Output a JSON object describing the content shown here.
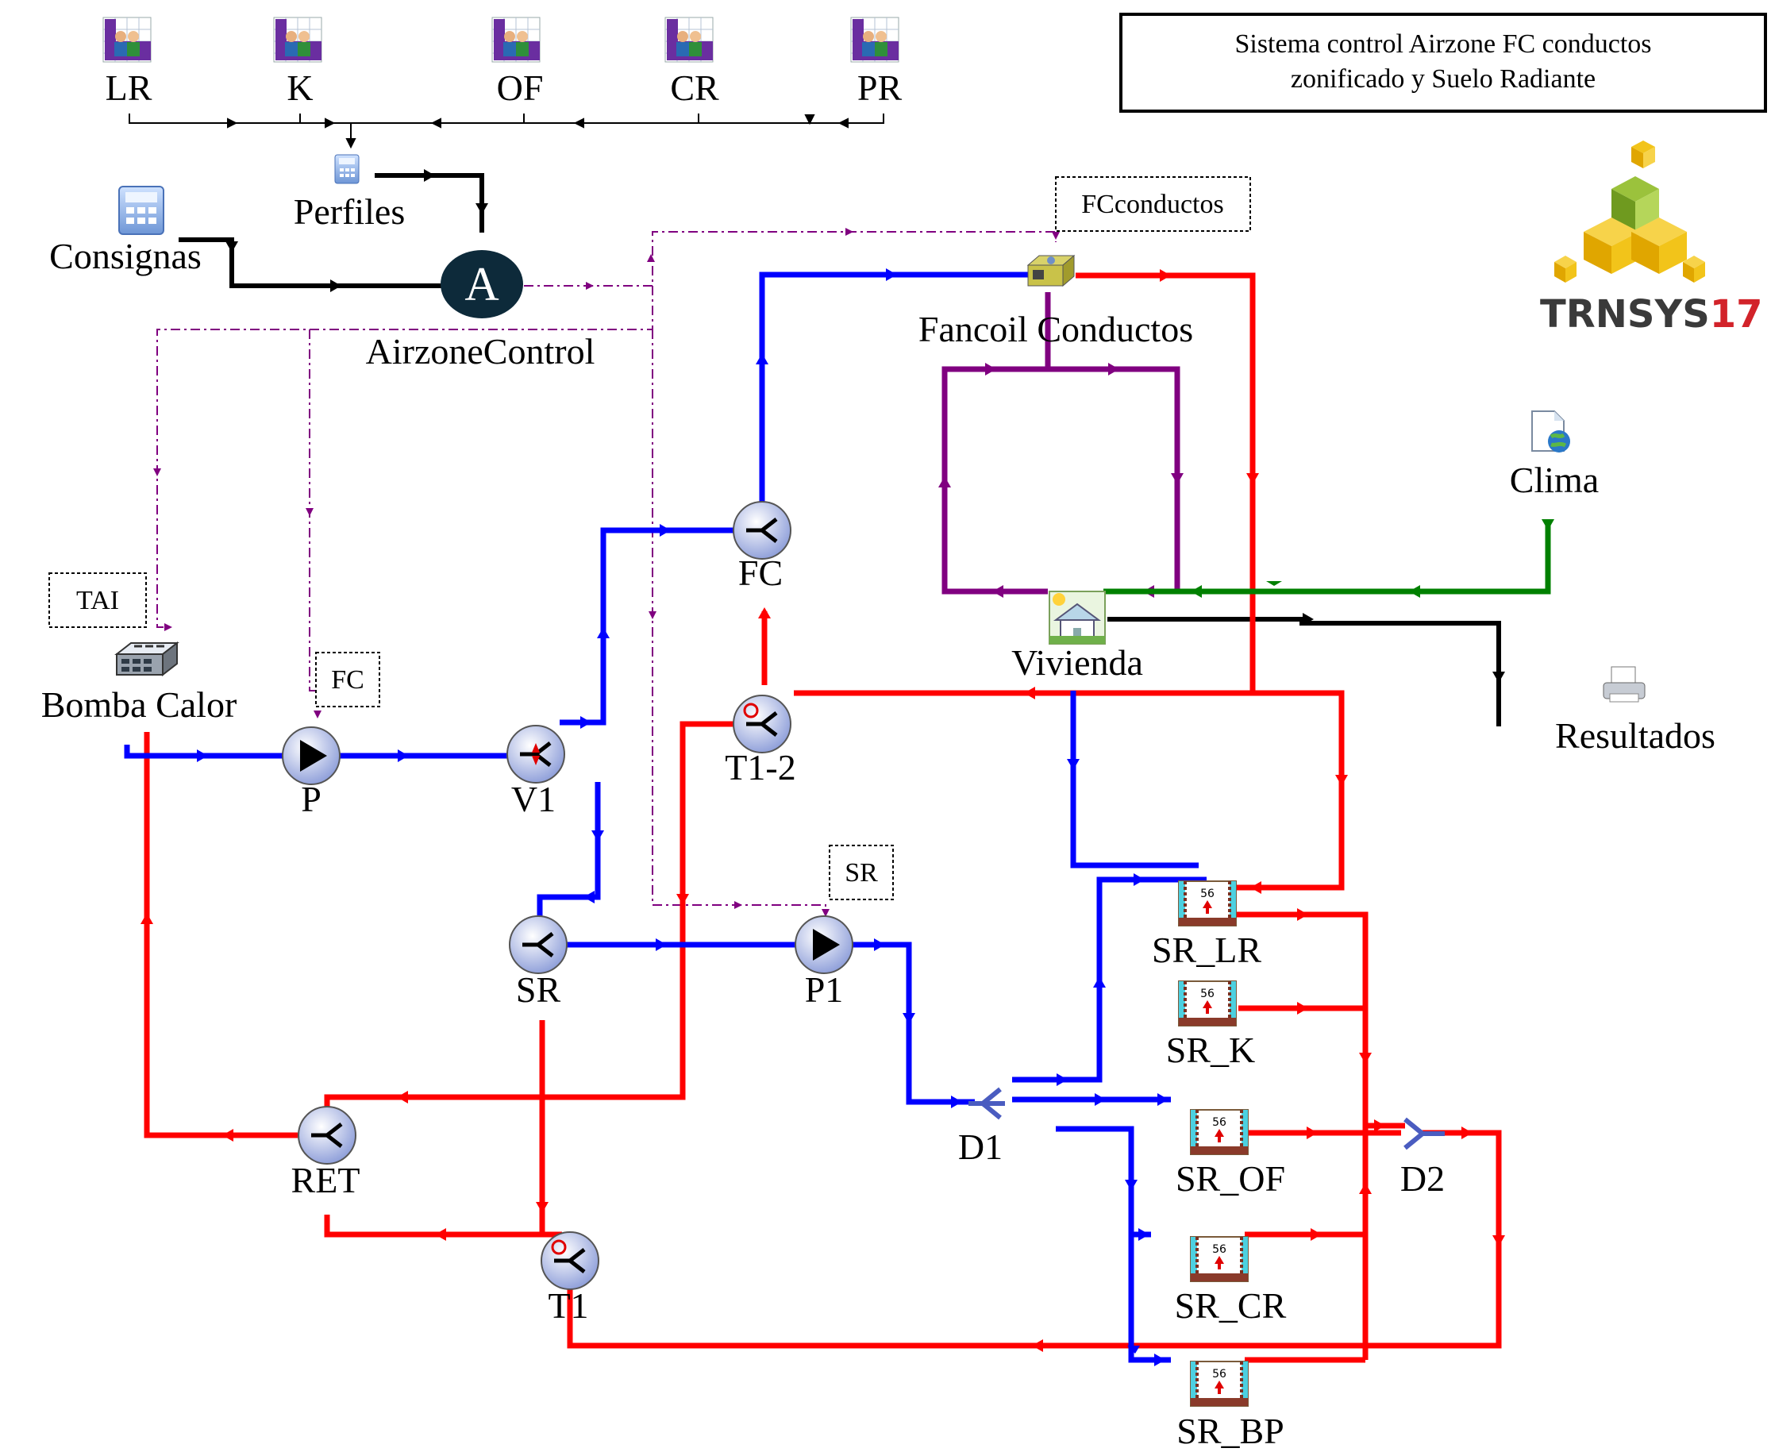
{
  "title": {
    "line1": "Sistema control Airzone FC conductos",
    "line2": "zonificado y Suelo Radiante"
  },
  "logo": {
    "text": "TRNSYS",
    "version": "17",
    "text_color": "#3a3a3a",
    "version_color": "#d2232a"
  },
  "colors": {
    "hot": "#ff0000",
    "cold": "#0000ff",
    "air": "#800080",
    "weather": "#008000",
    "signal": "#000000",
    "control": "#800080"
  },
  "zones": [
    {
      "id": "lr",
      "label": "LR"
    },
    {
      "id": "k",
      "label": "K"
    },
    {
      "id": "of",
      "label": "OF"
    },
    {
      "id": "cr",
      "label": "CR"
    },
    {
      "id": "pr",
      "label": "PR"
    }
  ],
  "components": {
    "perfiles": "Perfiles",
    "consignas": "Consignas",
    "airzone": "AirzoneControl",
    "airzone_symbol": "A",
    "fancoil": "Fancoil Conductos",
    "clima": "Clima",
    "vivienda": "Vivienda",
    "resultados": "Resultados",
    "bomba": "Bomba Calor",
    "p": "P",
    "v1": "V1",
    "fc": "FC",
    "t12": "T1-2",
    "sr": "SR",
    "p1": "P1",
    "ret": "RET",
    "t1": "T1",
    "d1": "D1",
    "d2": "D2",
    "sr_lr": "SR_LR",
    "sr_k": "SR_K",
    "sr_of": "SR_OF",
    "sr_cr": "SR_CR",
    "sr_bp": "SR_BP"
  },
  "floor_icon_number": "56",
  "tags": {
    "fcconductos": "FCconductos",
    "tai": "TAI",
    "fc": "FC",
    "sr": "SR"
  }
}
